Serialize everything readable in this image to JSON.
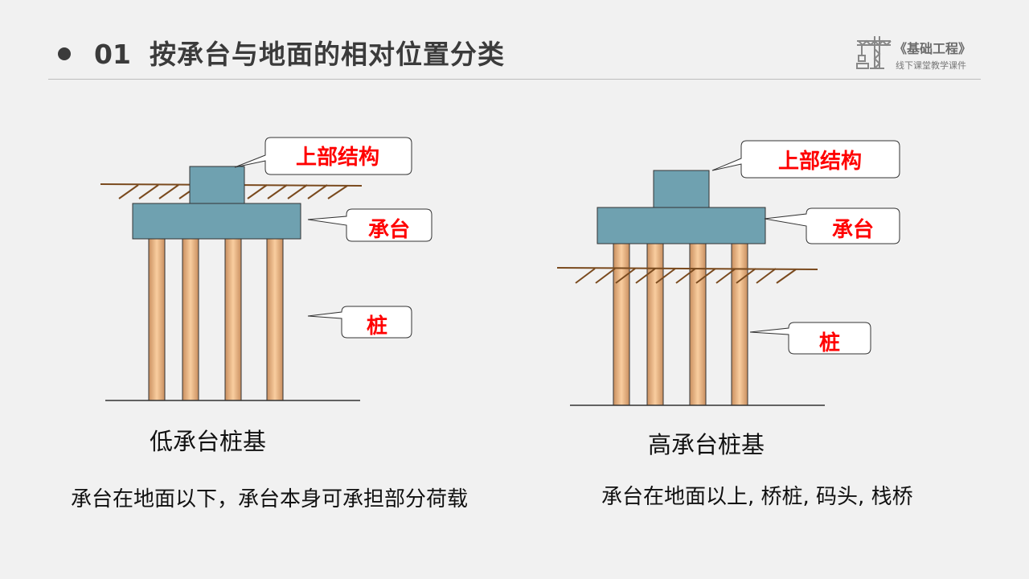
{
  "header": {
    "number": "01",
    "title": "按承台与地面的相对位置分类"
  },
  "logo": {
    "title": "《基础工程》",
    "subtitle": "线下课堂教学课件",
    "icon": "tower-crane-icon"
  },
  "left_diagram": {
    "labels": {
      "superstructure": "上部结构",
      "pile_cap": "承台",
      "pile": "桩"
    },
    "caption": "低承台桩基",
    "description": "承台在地面以下，承台本身可承担部分荷载"
  },
  "right_diagram": {
    "labels": {
      "superstructure": "上部结构",
      "pile_cap": "承台",
      "pile": "桩"
    },
    "caption": "高承台桩基",
    "description": "承台在地面以上, 桥桩, 码头, 栈桥"
  },
  "colors": {
    "pile_cap": "#6fa1b0",
    "ground_line": "#7a4a1e",
    "label_text": "#ff0000",
    "pile_light": "#f9cd9f",
    "pile_dark": "#c98f5f"
  }
}
